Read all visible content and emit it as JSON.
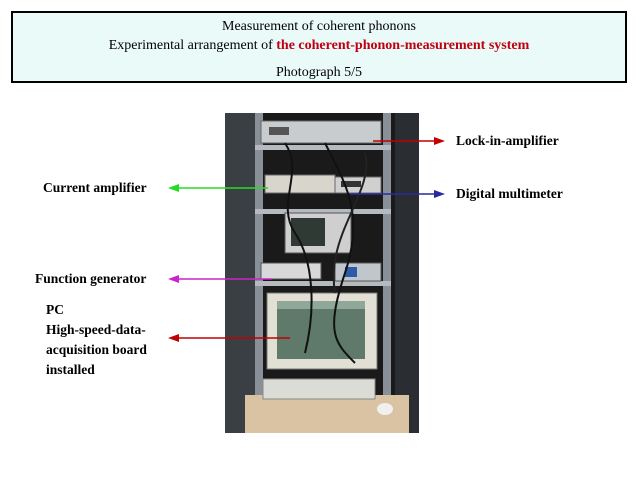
{
  "header": {
    "line1": "Measurement of coherent phonons",
    "line2_prefix": "Experimental arrangement of ",
    "line2_highlight": "the coherent-phonon-measurement system",
    "line3": "Photograph 5/5"
  },
  "labels": {
    "lockin": "Lock-in-amplifier",
    "current_amp": "Current amplifier",
    "multimeter": "Digital multimeter",
    "function_gen": "Function generator",
    "pc_lines": [
      "PC",
      "High-speed-data-",
      "acquisition board",
      "installed"
    ]
  },
  "colors": {
    "title_bg": "#eafaf8",
    "highlight": "#c0000f",
    "arrow_lockin": "#c00000",
    "arrow_current": "#22dd22",
    "arrow_multimeter": "#2a2aa0",
    "arrow_function": "#cc22cc",
    "arrow_pc": "#c00000"
  }
}
